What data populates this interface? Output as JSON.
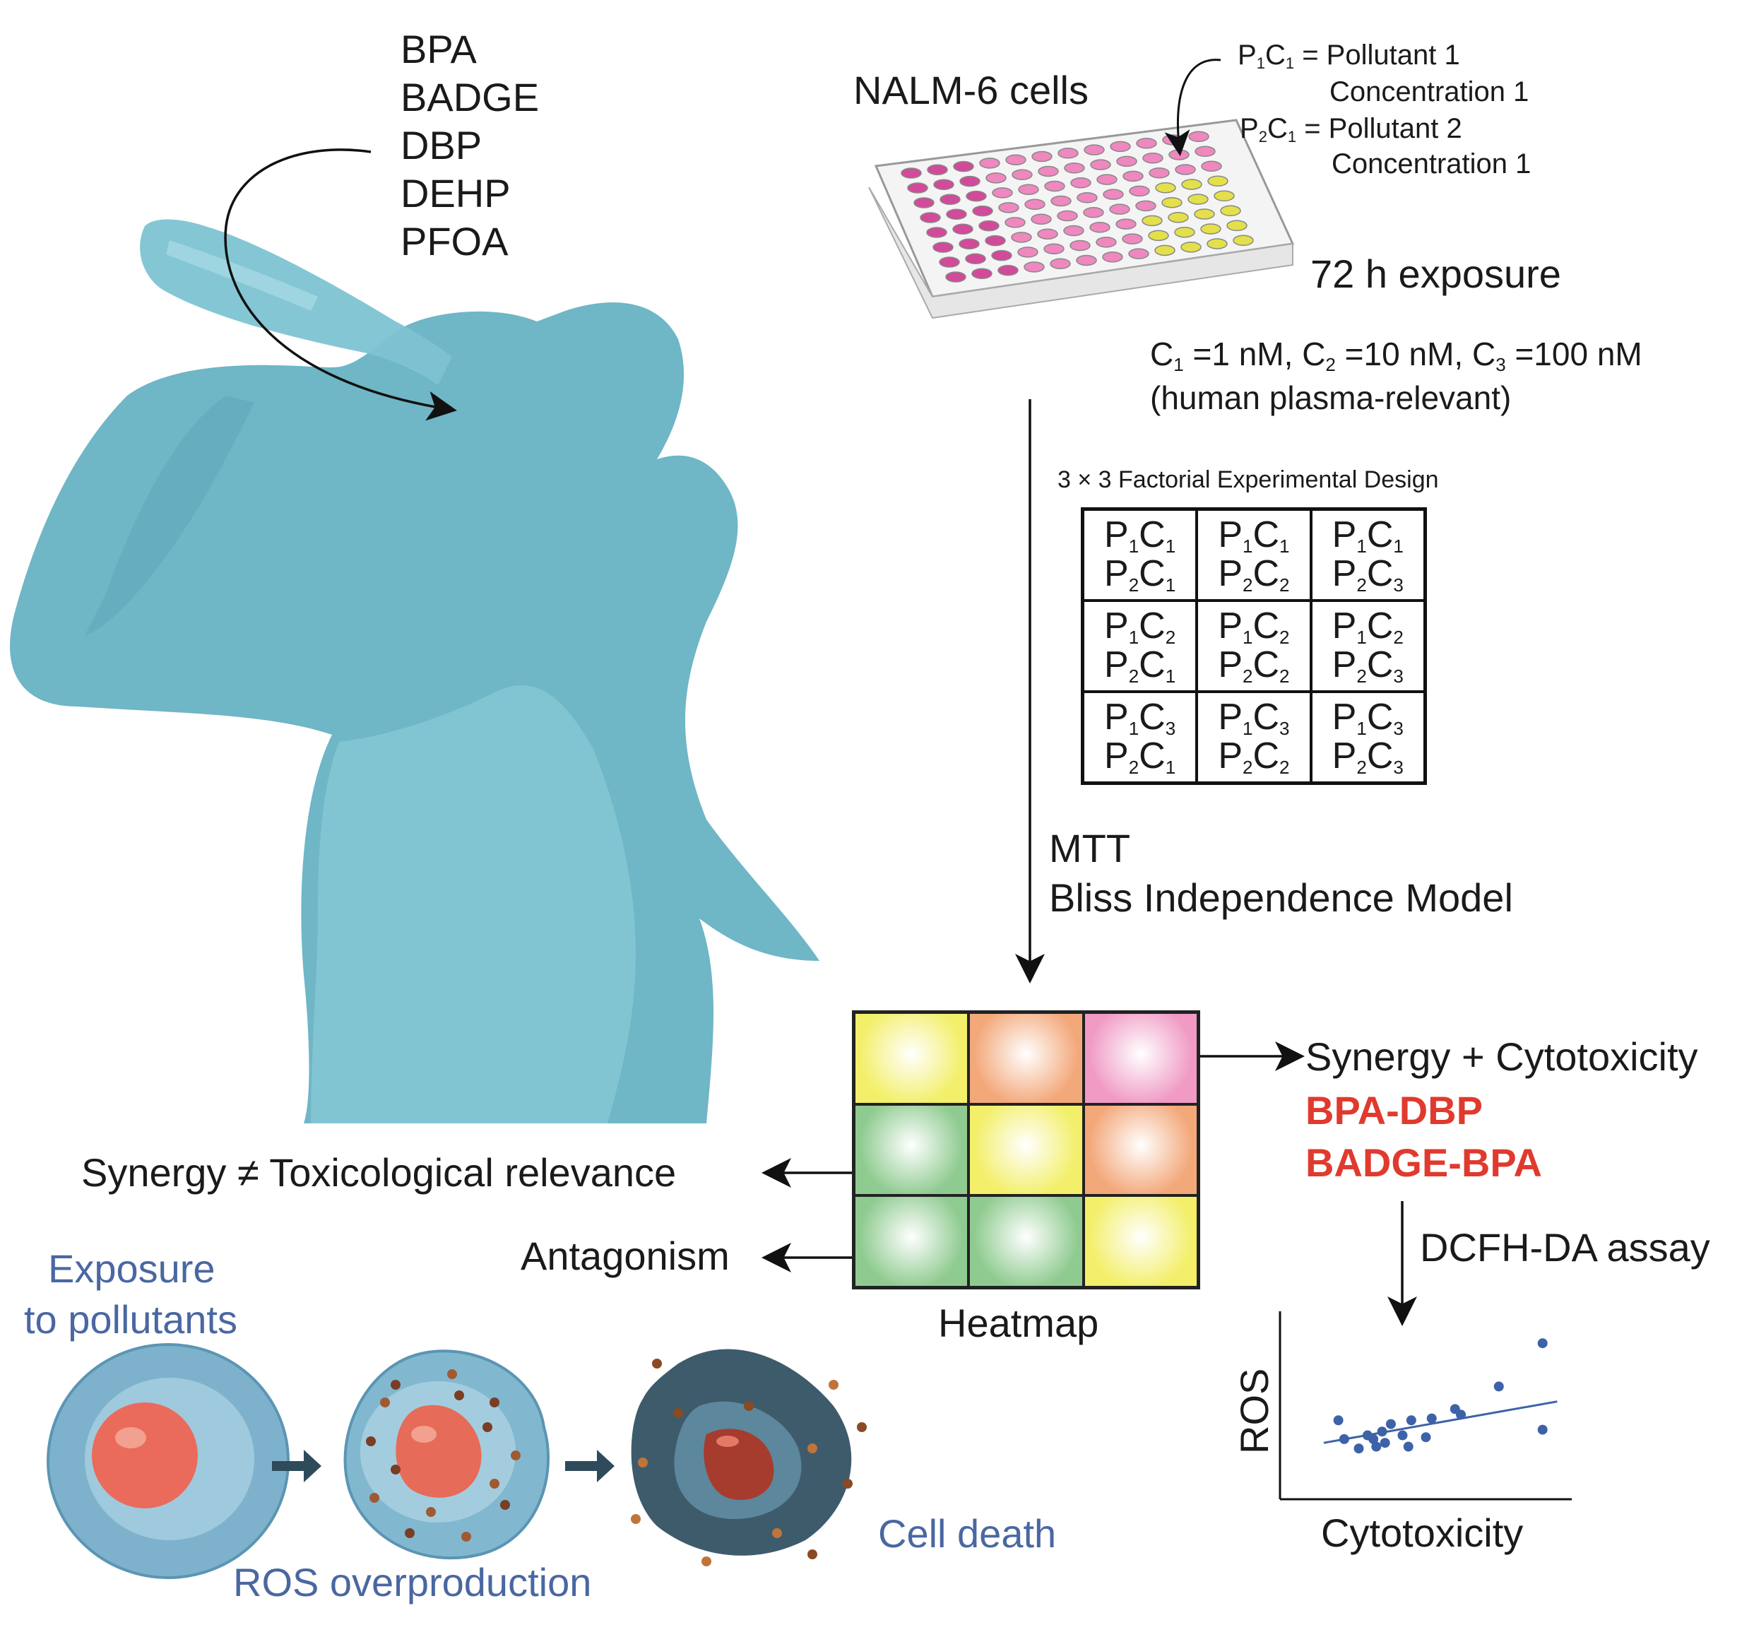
{
  "pollutants": [
    "BPA",
    "BADGE",
    "DBP",
    "DEHP",
    "PFOA"
  ],
  "plate": {
    "cells_label": "NALM-6 cells",
    "exposure": "72 h exposure",
    "legend": [
      {
        "code_p": "P",
        "sub_p": "1",
        "code_c": "C",
        "sub_c": "1",
        "text": "= Pollutant 1",
        "text2": "Concentration 1"
      },
      {
        "code_p": "P",
        "sub_p": "2",
        "code_c": "C",
        "sub_c": "1",
        "text": "= Pollutant 2",
        "text2": "Concentration 1"
      }
    ],
    "conc": {
      "c1": "=1 nM, ",
      "c2": "=10 nM, ",
      "c3": "=100 nM"
    },
    "plasma_note": "(human plasma-relevant)"
  },
  "design": {
    "title": "3 × 3 Factorial Experimental Design",
    "cells": [
      [
        "P1C1",
        "P2C1"
      ],
      [
        "P1C1",
        "P2C2"
      ],
      [
        "P1C1",
        "P2C3"
      ],
      [
        "P1C2",
        "P2C1"
      ],
      [
        "P1C2",
        "P2C2"
      ],
      [
        "P1C2",
        "P2C3"
      ],
      [
        "P1C3",
        "P2C1"
      ],
      [
        "P1C3",
        "P2C2"
      ],
      [
        "P1C3",
        "P2C3"
      ]
    ]
  },
  "methods": {
    "line1": "MTT",
    "line2": "Bliss Independence Model"
  },
  "heatmap": {
    "label": "Heatmap",
    "colors": [
      "#f3ef6a",
      "#f3a87a",
      "#f09ac4",
      "#8fcb90",
      "#f3ef6a",
      "#f3a87a",
      "#8fcb90",
      "#8fcb90",
      "#f3ef6a"
    ]
  },
  "outcomes": {
    "synergy_cyto": "Synergy + Cytotoxicity",
    "pair1": "BPA-DBP",
    "pair2": "BADGE-BPA",
    "synergy_neq": "Synergy ≠ Toxicological relevance",
    "antagonism": "Antagonism",
    "assay": "DCFH-DA assay"
  },
  "scatter": {
    "ylabel": "ROS",
    "xlabel": "Cytotoxicity",
    "chart_data": {
      "type": "scatter",
      "x": [
        0.2,
        0.22,
        0.27,
        0.3,
        0.32,
        0.33,
        0.35,
        0.36,
        0.38,
        0.42,
        0.44,
        0.45,
        0.5,
        0.52,
        0.62,
        0.75,
        0.9,
        0.9,
        0.6
      ],
      "y": [
        0.42,
        0.32,
        0.27,
        0.34,
        0.32,
        0.28,
        0.36,
        0.3,
        0.4,
        0.34,
        0.28,
        0.42,
        0.33,
        0.43,
        0.45,
        0.6,
        0.83,
        0.37,
        0.48
      ],
      "trend": [
        [
          0.15,
          0.3
        ],
        [
          0.95,
          0.52
        ]
      ]
    }
  },
  "pathway": {
    "exposure_line1": "Exposure",
    "exposure_line2": "to pollutants",
    "ros": "ROS overproduction",
    "death": "Cell death"
  }
}
